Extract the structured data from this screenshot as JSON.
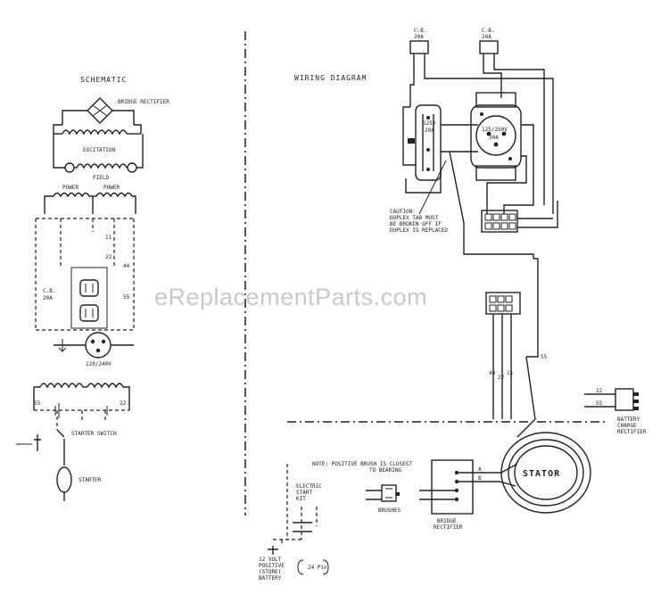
{
  "watermark": "eReplacementParts.com",
  "schematic": {
    "title": "SCHEMATIC",
    "labels": {
      "bridge_rectifier": "BRIDGE RECTIFIER",
      "excitation": "EXCITATION",
      "field": "FIELD",
      "power_left": "POWER",
      "power_right": "POWER",
      "starter_switch": "STARTER SWITCH",
      "starter": "STARTER"
    }
  },
  "wiring": {
    "title": "WIRING DIAGRAM",
    "breaker_left": {
      "top": "C.B.",
      "bottom": "20A"
    },
    "breaker_right": {
      "top": "C.B.",
      "bottom": "20A"
    },
    "caution": [
      "CAUTION:",
      "DUPLEX TAB MUST",
      "BE BROKEN OFF IF",
      "DUPLEX IS REPLACED"
    ],
    "note": [
      "NOTE: POSITIVE BRUSH IS CLOSEST",
      "TO BEARING"
    ],
    "stator": "STATOR",
    "bridge_rectifier": [
      "BRIDGE",
      "RECTIFIER"
    ],
    "brushes": "BRUSHES",
    "battery_charge_rectifier": [
      "BATTERY",
      "CHARGE",
      "RECTIFIER"
    ],
    "electric_start_kit": [
      "ELECTRIC",
      "START",
      "KIT"
    ],
    "battery": [
      "12 VOLT",
      "POSITIVE",
      "(STORE)",
      "BATTERY"
    ],
    "wire_labels": {
      "w11": "11",
      "w22": "22",
      "w44": "44",
      "w55": "55"
    }
  }
}
